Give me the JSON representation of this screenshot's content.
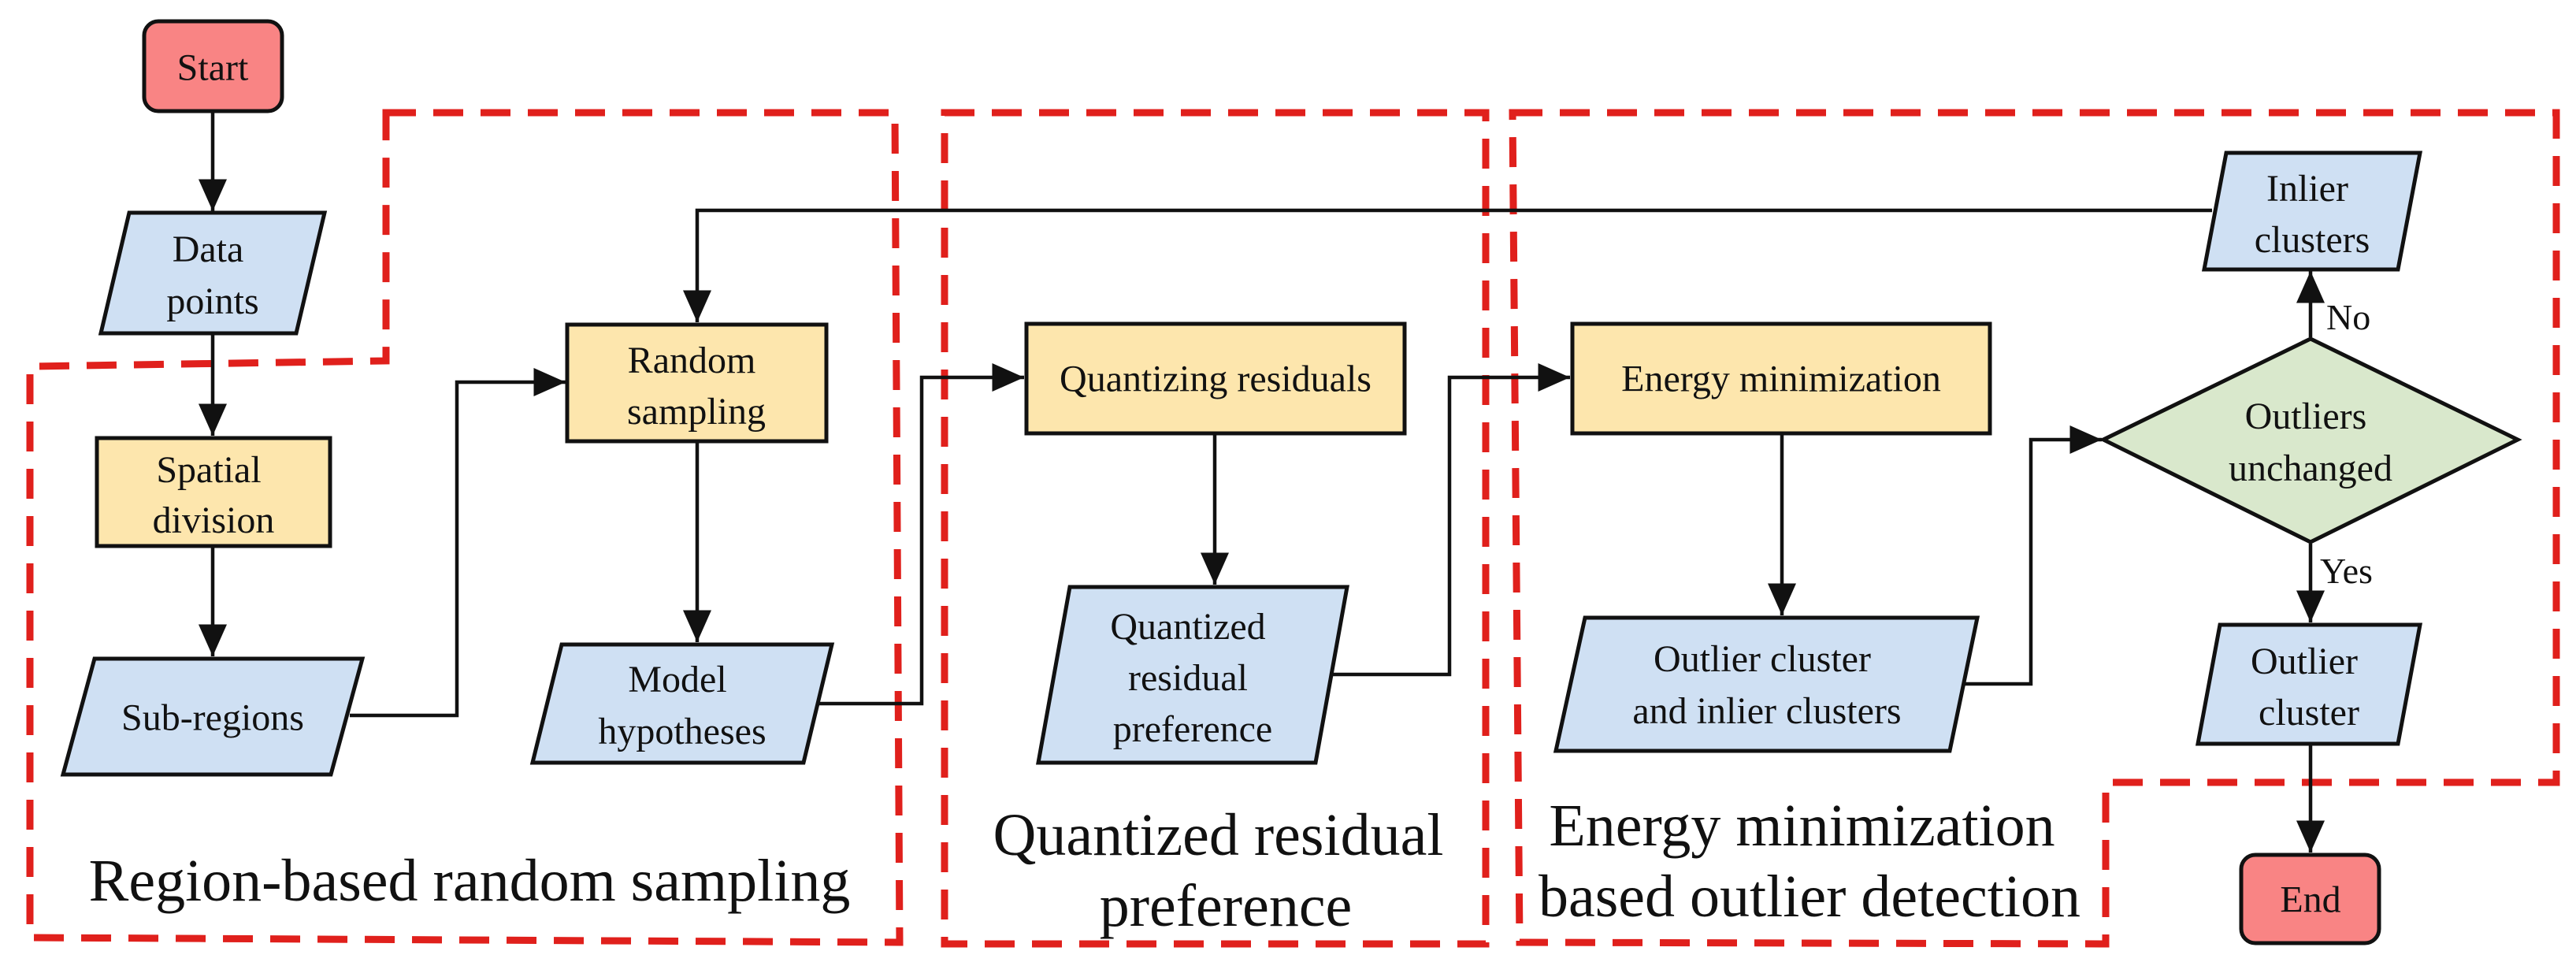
{
  "colors": {
    "terminal": "#f98484",
    "data": "#cfe0f3",
    "process": "#fde6ad",
    "decision": "#d9e8cc",
    "region_border": "#e0201c"
  },
  "nodes": {
    "start": "Start",
    "data_points": [
      "Data",
      "points"
    ],
    "spatial_division": [
      "Spatial",
      "division"
    ],
    "sub_regions": "Sub-regions",
    "random_sampling": [
      "Random",
      "sampling"
    ],
    "model_hypotheses": [
      "Model",
      "hypotheses"
    ],
    "quantizing_residuals": "Quantizing residuals",
    "quantized_residual_preference": [
      "Quantized",
      "residual",
      "preference"
    ],
    "energy_minimization": "Energy minimization",
    "outlier_and_inlier_clusters": [
      "Outlier cluster",
      "and inlier clusters"
    ],
    "outliers_unchanged": [
      "Outliers",
      "unchanged"
    ],
    "inlier_clusters": [
      "Inlier",
      "clusters"
    ],
    "outlier_cluster": [
      "Outlier",
      "cluster"
    ],
    "end": "End"
  },
  "edge_labels": {
    "no": "No",
    "yes": "Yes"
  },
  "regions": {
    "region_sampling": [
      "Region-based random sampling"
    ],
    "residual_preference": [
      "Quantized residual",
      "preference"
    ],
    "outlier_detection": [
      "Energy minimization",
      "based outlier detection"
    ]
  }
}
